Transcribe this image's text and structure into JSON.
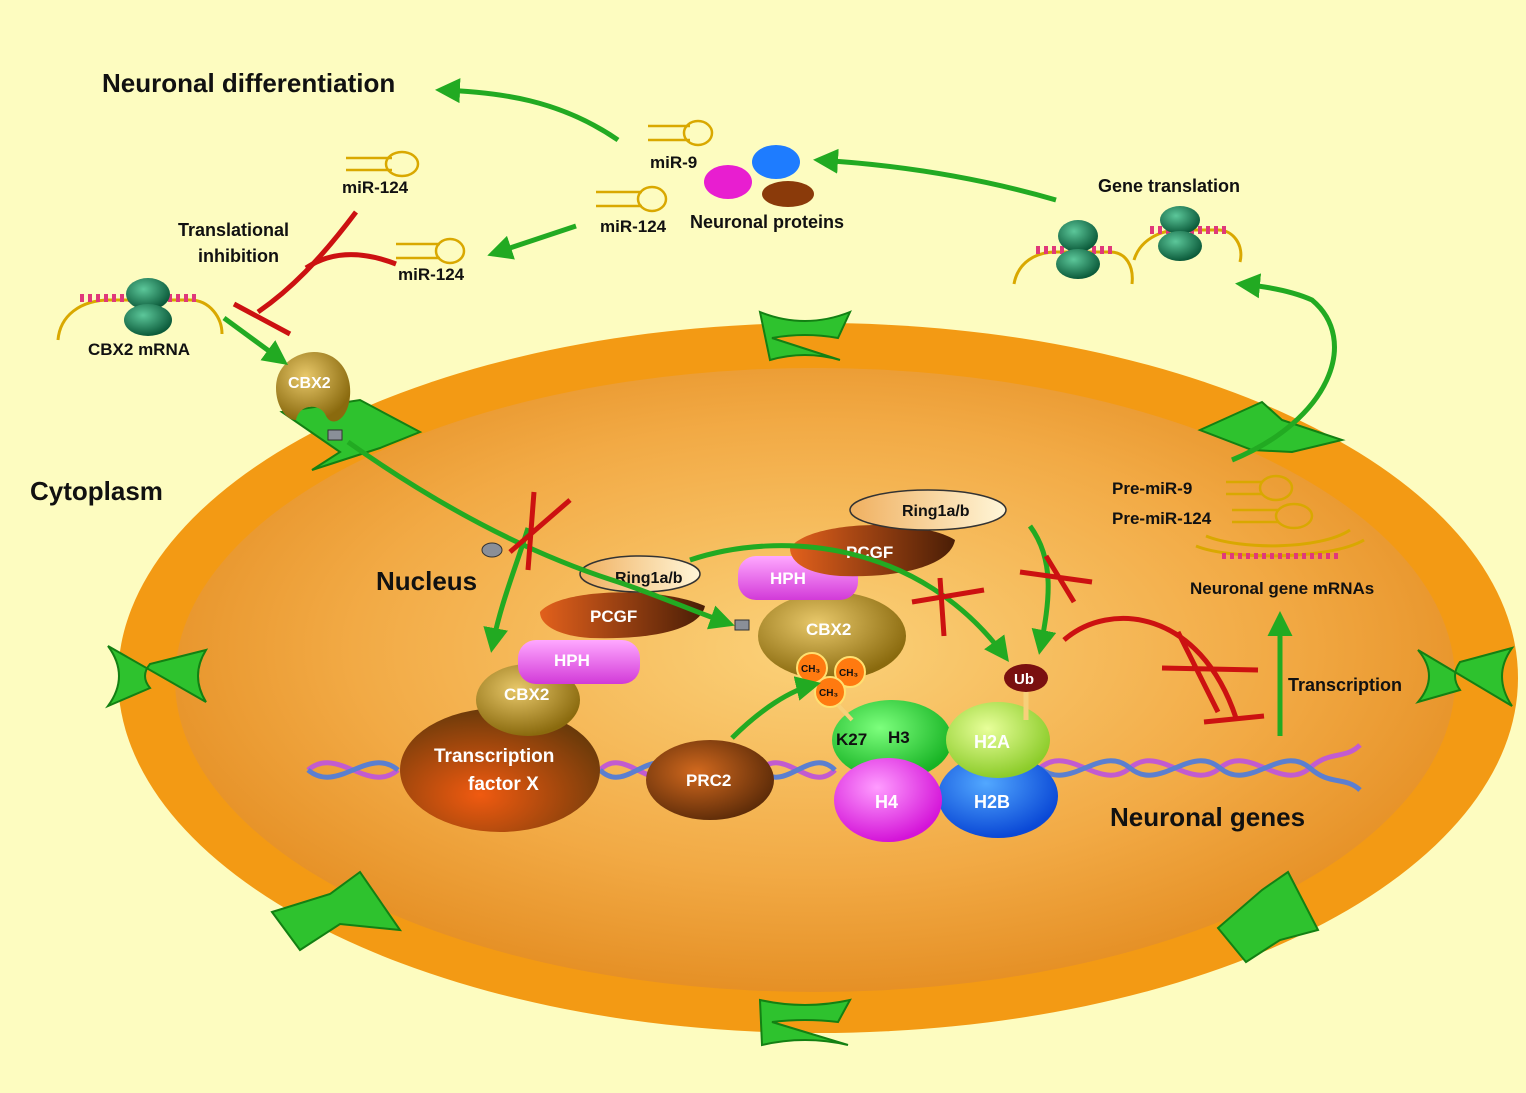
{
  "colors": {
    "background": "#fdfcc0",
    "membrane": "#f39a14",
    "nucleus": "#f0a640",
    "activation_arrow": "#22aa22",
    "inhibition": "#cc1111",
    "channel": "#2ec22e"
  },
  "labels": {
    "neuronal_differentiation": "Neuronal differentiation",
    "cytoplasm": "Cytoplasm",
    "nucleus": "Nucleus",
    "neuronal_genes": "Neuronal genes",
    "translational_inhibition_line1": "Translational",
    "translational_inhibition_line2": "inhibition",
    "gene_translation": "Gene translation",
    "cbx2_mrna": "CBX2 mRNA",
    "neuronal_proteins": "Neuronal proteins",
    "mir9": "miR-9",
    "mir124_top": "miR-124",
    "mir124_mid": "miR-124",
    "mir124_right": "miR-124",
    "pre_mir9": "Pre-miR-9",
    "pre_mir124": "Pre-miR-124",
    "neuronal_gene_mrnas": "Neuronal gene mRNAs",
    "transcription": "Transcription"
  },
  "complexes": {
    "cbx2_cyto": "CBX2",
    "cbx2_left": "CBX2",
    "cbx2_center": "CBX2",
    "ring_left": "Ring1a/b",
    "ring_center": "Ring1a/b",
    "pcgf_left": "PCGF",
    "pcgf_center": "PCGF",
    "hph_left": "HPH",
    "hph_center": "HPH",
    "tf_line1": "Transcription",
    "tf_line2": "factor X",
    "prc2": "PRC2",
    "ub": "Ub",
    "k27": "K27",
    "h3": "H3",
    "h4": "H4",
    "h2a": "H2A",
    "h2b": "H2B",
    "ch3_a": "CH₃",
    "ch3_b": "CH₃",
    "ch3_c": "CH₃"
  }
}
